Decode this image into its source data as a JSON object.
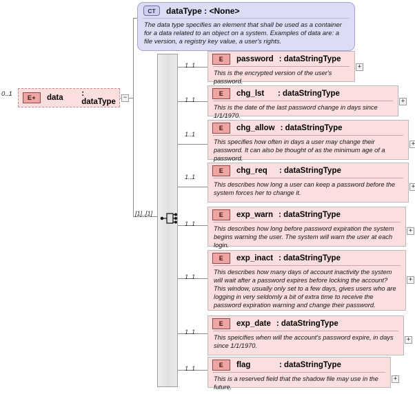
{
  "diagram": {
    "kind": "xsd-schema-diagram",
    "root": {
      "occurrence": "0..1",
      "badge": "E+",
      "name": "data",
      "type": ": dataType",
      "toggle": "−"
    },
    "complex_type": {
      "badge": "CT",
      "title": "dataType : <None>",
      "description": "The data type specifies an element that shall be used as a container for a data related to an object on a system. Examples of data are: a file version, a registry key value, a user's rights."
    },
    "compositor": {
      "icon": "sequence-icon",
      "occurrence": "[1]..[1]"
    },
    "element_badge": "E",
    "expander": "+",
    "elements": [
      {
        "occurrence": "1..1",
        "badge": "E",
        "name": "password",
        "type": ": dataStringType",
        "description": "This is the encrypted version of the user's password."
      },
      {
        "occurrence": "1..1",
        "badge": "E",
        "name": "chg_lst",
        "type": ": dataStringType",
        "description": "This is the date of the last password change in days since 1/1/1970."
      },
      {
        "occurrence": "1..1",
        "badge": "E",
        "name": "chg_allow",
        "type": ": dataStringType",
        "description": "This specifies how often in days a user may change their password.  It can also be thought of as the minimum age of a password."
      },
      {
        "occurrence": "1..1",
        "badge": "E",
        "name": "chg_req",
        "type": ": dataStringType",
        "description": "This describes how long a user can keep a password before the system forces her to change it."
      },
      {
        "occurrence": "1..1",
        "badge": "E",
        "name": "exp_warn",
        "type": ": dataStringType",
        "description": "This describes how long before password expiration the system begins warning the user.  The system will warn the user at each login."
      },
      {
        "occurrence": "1..1",
        "badge": "E",
        "name": "exp_inact",
        "type": ": dataStringType",
        "description": "This describes how many days of account inactivity the system will wait after a password expires before locking the account? This window, usually only set to a few days, gives users who are logging in very seldomly a bit of extra time to receive the password expiration warning and change their password."
      },
      {
        "occurrence": "1..1",
        "badge": "E",
        "name": "exp_date",
        "type": ": dataStringType",
        "description": "This speicifies when will the account's password expire, in days since 1/1/1970."
      },
      {
        "occurrence": "1..1",
        "badge": "E",
        "name": "flag",
        "type": ": dataStringType",
        "description": "This is a reserved field that the shadow file may use in the future."
      }
    ],
    "colors": {
      "element_fill": "#fbdede",
      "element_badge": "#f0a5a5",
      "complextype_fill": "#dcdcf4",
      "complextype_badge": "#cfcfee",
      "sequence_bar": "#e6e6e6",
      "line": "#8a8a8a"
    }
  }
}
